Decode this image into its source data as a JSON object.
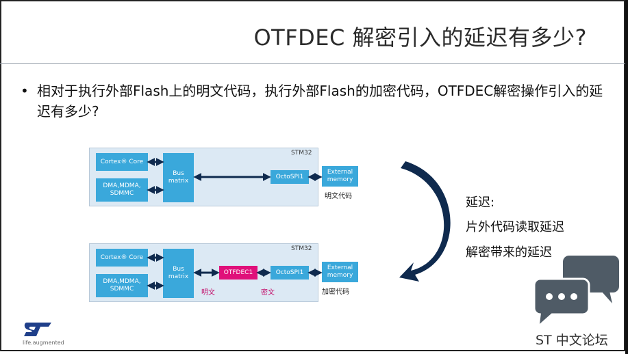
{
  "slide": {
    "title": "OTFDEC 解密引入的延迟有多少?",
    "bullet_symbol": "•",
    "bullet_text": "相对于执行外部Flash上的明文代码，执行外部Flash的加密代码，OTFDEC解密操作引入的延迟有多少?"
  },
  "diagram_top": {
    "chip_label": "STM32",
    "cortex_label": "Cortex® Core",
    "dma_label": "DMA,MDMA, SDMMC",
    "bus_label": "Bus matrix",
    "octospi_label": "OctoSPI1",
    "external_label": "External memory",
    "caption": "明文代码"
  },
  "diagram_bottom": {
    "chip_label": "STM32",
    "cortex_label": "Cortex® Core",
    "dma_label": "DMA,MDMA, SDMMC",
    "bus_label": "Bus matrix",
    "otfdec_label": "OTFDEC1",
    "octospi_label": "OctoSPI1",
    "external_label": "External memory",
    "plain_label": "明文",
    "cipher_label": "密文",
    "caption": "加密代码"
  },
  "delay": {
    "heading": "延迟:",
    "item1": "片外代码读取延迟",
    "item2": "解密带来的延迟"
  },
  "footer": {
    "logo_tagline": "life.augmented",
    "forum_name": "ST 中文论坛"
  },
  "colors": {
    "chip_bg": "#dce9f4",
    "block_blue": "#3aa8db",
    "otfdec_pink": "#e0107a",
    "arrow_navy": "#0f2a4e",
    "bubble_gray": "#4f5b66"
  }
}
